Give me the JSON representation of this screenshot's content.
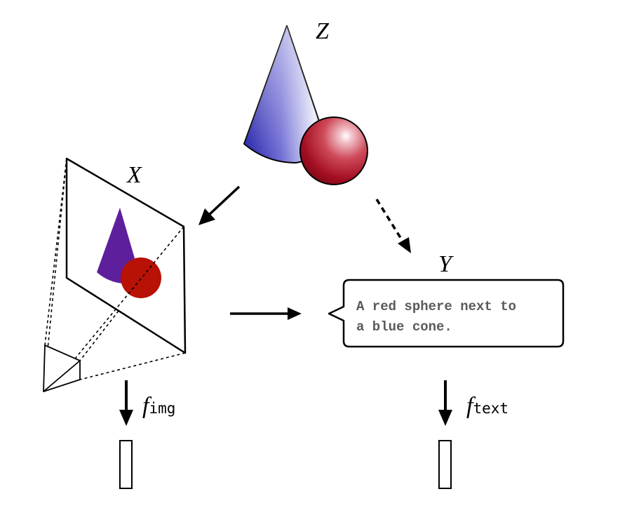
{
  "labels": {
    "z": "Z",
    "x": "X",
    "y": "Y"
  },
  "caption": {
    "line1": "A red sphere next to",
    "line2": "a blue cone."
  },
  "encoders": {
    "image": {
      "f": "f",
      "sub": "img"
    },
    "text": {
      "f": "f",
      "sub": "text"
    }
  },
  "colors": {
    "cone_blue": "#1d1aa6",
    "sphere_red": "#b01020",
    "cone_purple": "#5e1f9c",
    "sphere_dark_red": "#b81106",
    "caption_gray": "#5a5a5a"
  }
}
